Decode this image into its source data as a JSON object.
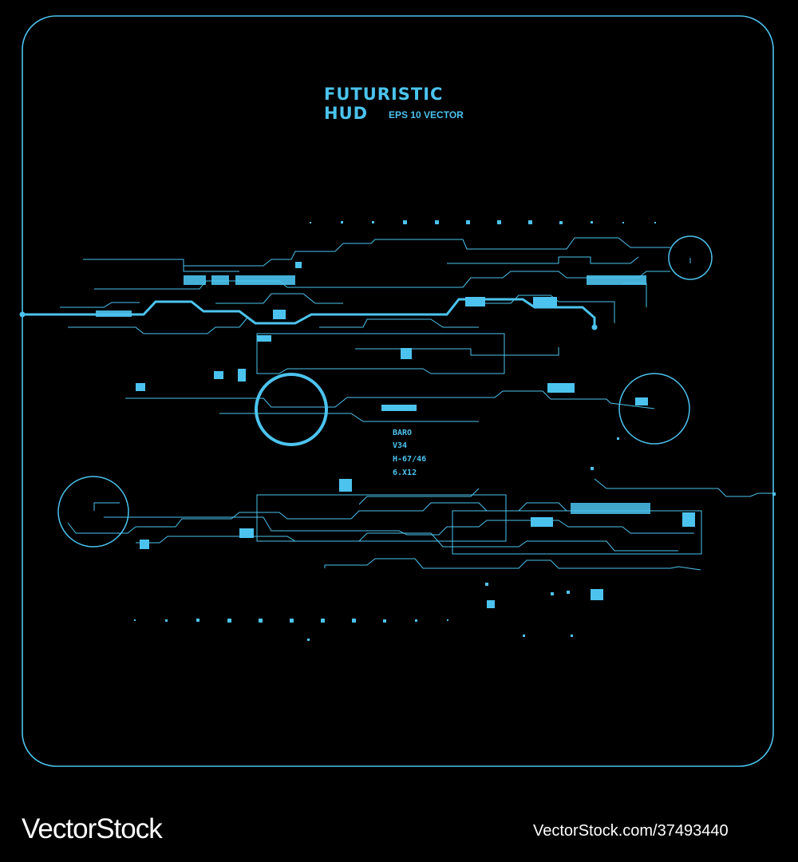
{
  "hud": {
    "title_line1": "FUTURISTIC",
    "title_line2": "HUD",
    "subtitle": "EPS 10 VECTOR",
    "readouts": [
      "BARO",
      "V34",
      "H-67/46",
      "6.X12"
    ],
    "accent_color": "#4cc3ee"
  },
  "footer": {
    "brand": "VectorStock",
    "image_id": "VectorStock.com/37493440"
  }
}
